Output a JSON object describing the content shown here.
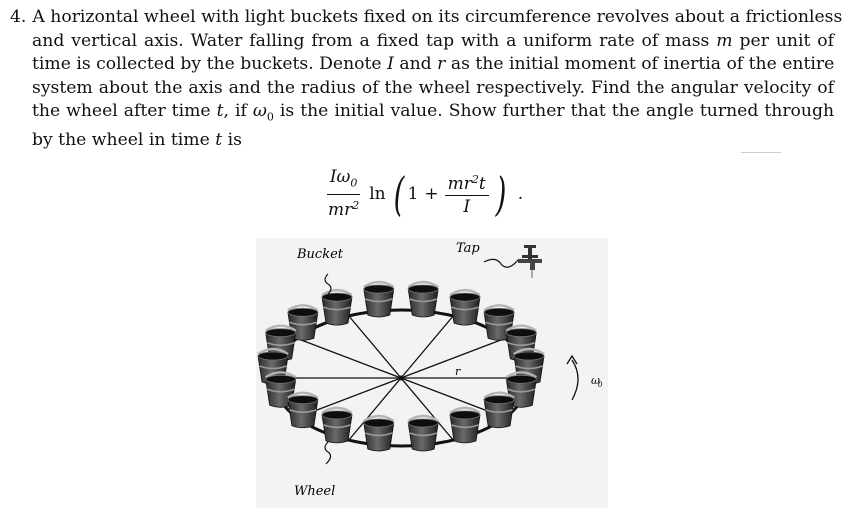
{
  "problem": {
    "number": "4.",
    "lines": [
      "A horizontal wheel with light buckets fixed on its circumference revolves about a frictionless",
      "and vertical axis. Water falling from a fixed tap with a uniform rate of mass",
      "time is collected by the buckets. Denote",
      "system about the axis and the radius of the wheel respectively. Find the angular velocity of",
      "the wheel after time",
      "by the wheel in time"
    ],
    "line2_var": "m",
    "line2_tail": "per unit of",
    "line3_var1": "I",
    "line3_mid": "and",
    "line3_var2": "r",
    "line3_tail": "as the initial moment of inertia of the entire",
    "line5_var": "t",
    "line5_mid": ", if",
    "line5_omega": "ω",
    "line5_sub": "0",
    "line5_tail": "is the initial value. Show further that the angle turned through",
    "line6_var": "t",
    "line6_tail": "is"
  },
  "formula": {
    "numerator_I": "I",
    "numerator_omega": "ω",
    "numerator_sub": "0",
    "denominator_m": "mr",
    "denominator_exp": "2",
    "ln": "ln",
    "one": "1",
    "plus": "+",
    "inner_num_m": "mr",
    "inner_num_exp": "2",
    "inner_num_t": "t",
    "inner_den": "I",
    "period": "."
  },
  "figure": {
    "label_bucket": "Bucket",
    "label_tap": "Tap",
    "label_wheel": "Wheel",
    "label_r": "r",
    "label_omega": "ω",
    "label_omega_sub": "0"
  }
}
